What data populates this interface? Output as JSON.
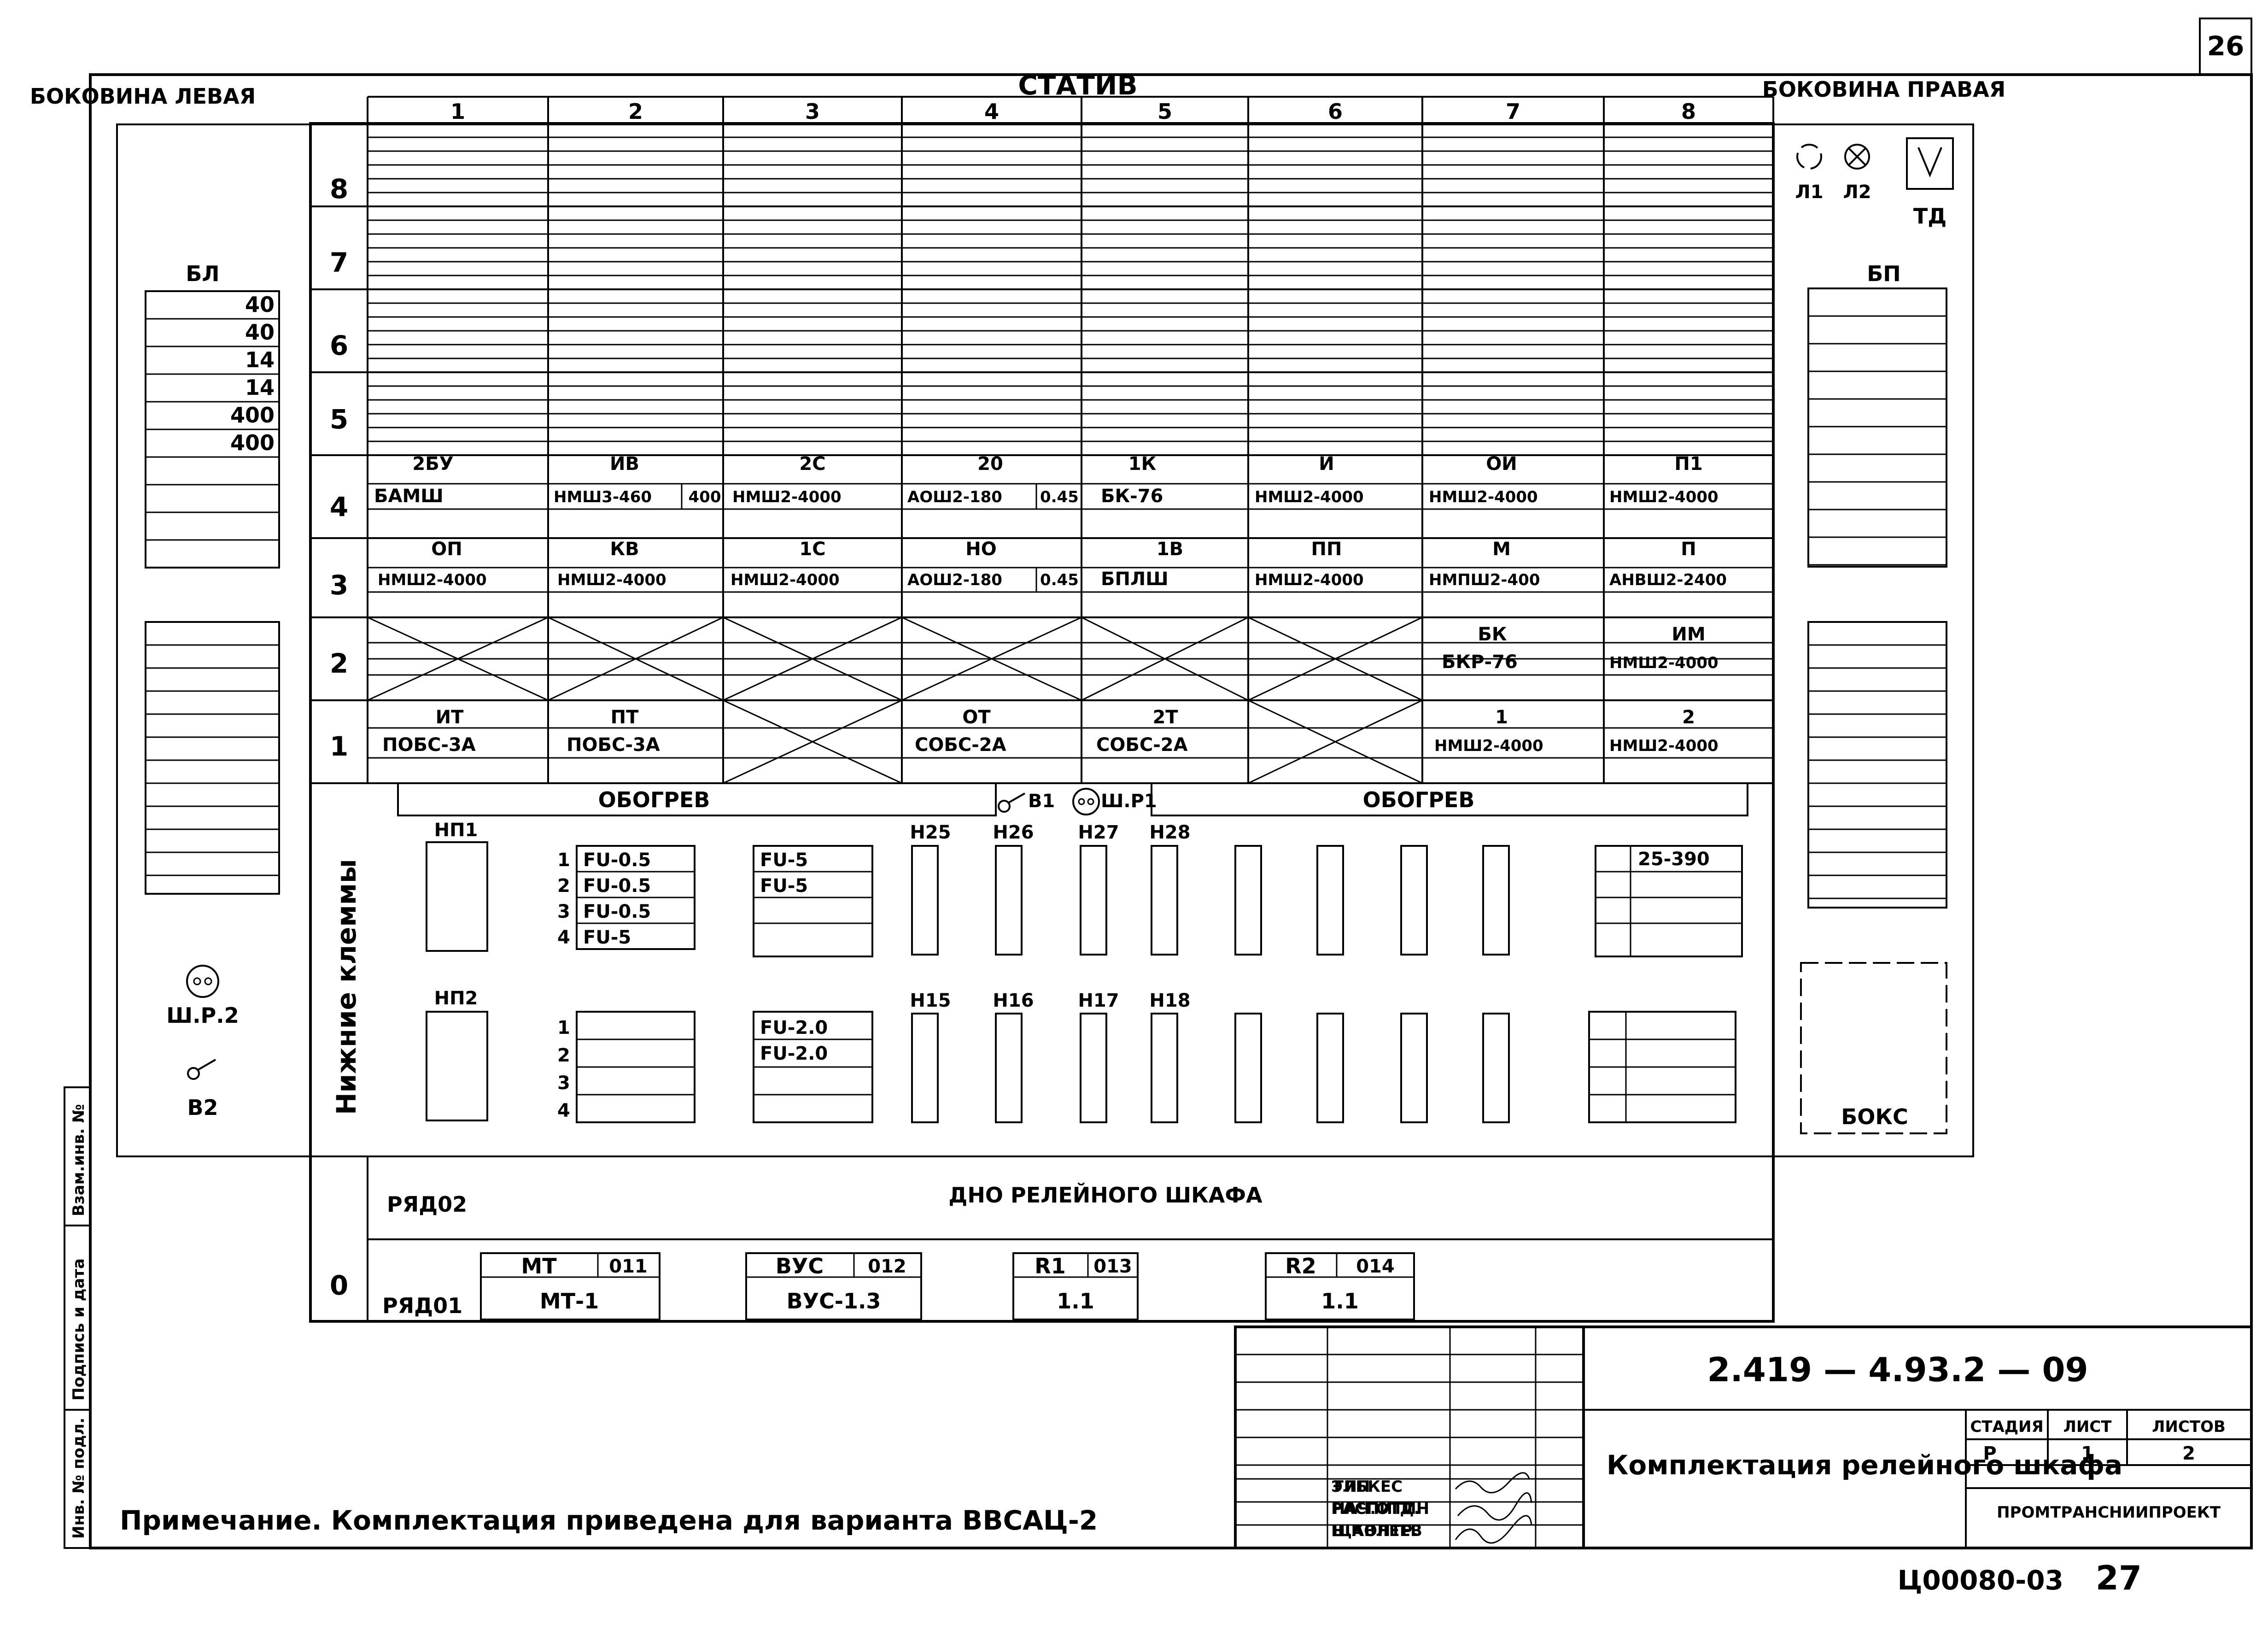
{
  "sheet_corner_number": "26",
  "header": {
    "title": "СТАТИВ",
    "left_side": "БОКОВИНА ЛЕВАЯ",
    "right_side": "БОКОВИНА ПРАВАЯ"
  },
  "columns": [
    "1",
    "2",
    "3",
    "4",
    "5",
    "6",
    "7",
    "8"
  ],
  "rows": [
    "8",
    "7",
    "6",
    "5",
    "4",
    "3",
    "2",
    "1",
    "0"
  ],
  "left_panel": {
    "label": "БЛ",
    "values": [
      "40",
      "40",
      "14",
      "14",
      "400",
      "400"
    ],
    "socket": "Ш.Р.2",
    "switch": "В2"
  },
  "right_panel": {
    "lamps": [
      "Л1",
      "Л2"
    ],
    "td": "ТД",
    "label": "БП",
    "box": "БОКС"
  },
  "row4": [
    {
      "code": "2БУ",
      "device": "БАМШ"
    },
    {
      "code": "ИВ",
      "device": "НМШ3-460",
      "extra": "400"
    },
    {
      "code": "2С",
      "device": "НМШ2-4000"
    },
    {
      "code": "20",
      "device": "АОШ2-180",
      "extra": "0.45"
    },
    {
      "code": "1К",
      "device": "БК-76"
    },
    {
      "code": "И",
      "device": "НМШ2-4000"
    },
    {
      "code": "ОИ",
      "device": "НМШ2-4000"
    },
    {
      "code": "П1",
      "device": "НМШ2-4000"
    }
  ],
  "row3": [
    {
      "code": "ОП",
      "device": "НМШ2-4000"
    },
    {
      "code": "КВ",
      "device": "НМШ2-4000"
    },
    {
      "code": "1С",
      "device": "НМШ2-4000"
    },
    {
      "code": "НО",
      "device": "АОШ2-180",
      "extra": "0.45"
    },
    {
      "code": "1В",
      "device": "БПЛШ"
    },
    {
      "code": "ПП",
      "device": "НМШ2-4000"
    },
    {
      "code": "М",
      "device": "НМПШ2-400"
    },
    {
      "code": "П",
      "device": "АНВШ2-2400"
    }
  ],
  "row2": [
    {
      "code": "БК",
      "device": "БКР-76"
    },
    {
      "code": "ИМ",
      "device": "НМШ2-4000"
    }
  ],
  "row1": [
    {
      "code": "ИТ",
      "device": "ПОБС-3А"
    },
    {
      "code": "ПТ",
      "device": "ПОБС-3А"
    },
    {
      "code": "ОТ",
      "device": "СОБС-2А"
    },
    {
      "code": "2Т",
      "device": "СОБС-2А"
    },
    {
      "code": "1",
      "device": "НМШ2-4000"
    },
    {
      "code": "2",
      "device": "НМШ2-4000"
    }
  ],
  "heater": {
    "left": "ОБОГРЕВ",
    "right": "ОБОГРЕВ",
    "switch": "В1",
    "socket": "Ш.Р1"
  },
  "terminals": {
    "vertical_label": "Нижние клеммы",
    "np1": "НП1",
    "np2": "НП2",
    "upper_numbers": [
      "1",
      "2",
      "3",
      "4"
    ],
    "lower_numbers": [
      "1",
      "2",
      "3",
      "4"
    ],
    "fuses_upper_a": [
      "FU-0.5",
      "FU-0.5",
      "FU-0.5",
      "FU-5"
    ],
    "fuses_upper_b": [
      "FU-5",
      "FU-5"
    ],
    "fuses_lower_b": [
      "FU-2.0",
      "FU-2.0"
    ],
    "h_upper": [
      "Н25",
      "Н26",
      "Н27",
      "Н28"
    ],
    "h_lower": [
      "Н15",
      "Н16",
      "Н17",
      "Н18"
    ],
    "block_label": "25-390"
  },
  "bottom": {
    "row02": "РЯД02",
    "floor_label": "ДНО РЕЛЕЙНОГО ШКАФА",
    "row01": "РЯД01",
    "devices": [
      {
        "name": "МТ",
        "num": "011",
        "value": "МТ-1"
      },
      {
        "name": "ВУС",
        "num": "012",
        "value": "ВУС-1.3"
      },
      {
        "name": "R1",
        "num": "013",
        "value": "1.1"
      },
      {
        "name": "R2",
        "num": "014",
        "value": "1.1"
      }
    ]
  },
  "side_stamp": [
    "Инв. № подл.",
    "Подпись и дата",
    "Взам.инв. №"
  ],
  "note": "Примечание. Комплектация приведена для варианта ВВСАЦ-2",
  "title_block": {
    "doc_number": "2.419 — 4.93.2 — 09",
    "title": "Комплектация релейного шкафа",
    "stage_header": "СТАДИЯ",
    "sheet_header": "ЛИСТ",
    "sheets_header": "ЛИСТОВ",
    "stage": "Р",
    "sheet": "1",
    "sheets": "2",
    "org": "ПРОМТРАНСНИИПРОЕКТ",
    "roles": [
      "ГИП",
      "НАЧ.ОТД.",
      "Н.КОНТР."
    ],
    "names": [
      "ЭЛЬКЕС",
      "РАСПИТИН",
      "ЩАВЛЕЕВ"
    ]
  },
  "footer_code": "Ц00080-03",
  "footer_page": "27"
}
